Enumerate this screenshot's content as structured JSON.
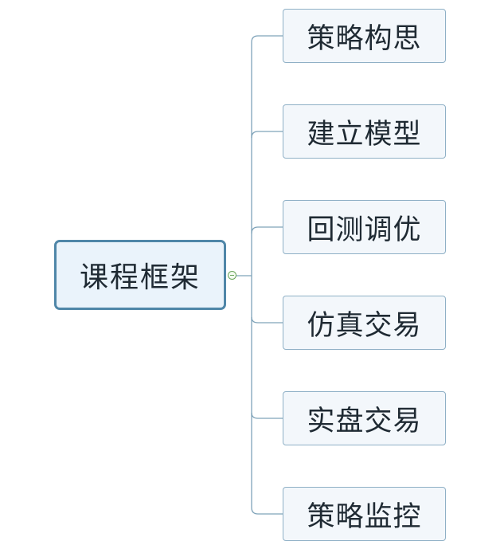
{
  "mindmap": {
    "root": {
      "label": "课程框架"
    },
    "children": [
      {
        "label": "策略构思"
      },
      {
        "label": "建立模型"
      },
      {
        "label": "回测调优"
      },
      {
        "label": "仿真交易"
      },
      {
        "label": "实盘交易"
      },
      {
        "label": "策略监控"
      }
    ]
  },
  "colors": {
    "root_border": "#4f86a8",
    "root_fill": "#eaf3fb",
    "child_border": "#8fb0c6",
    "child_fill": "#f3f7fb",
    "connector": "#7fa3b9",
    "toggle": "#6aa55a"
  }
}
